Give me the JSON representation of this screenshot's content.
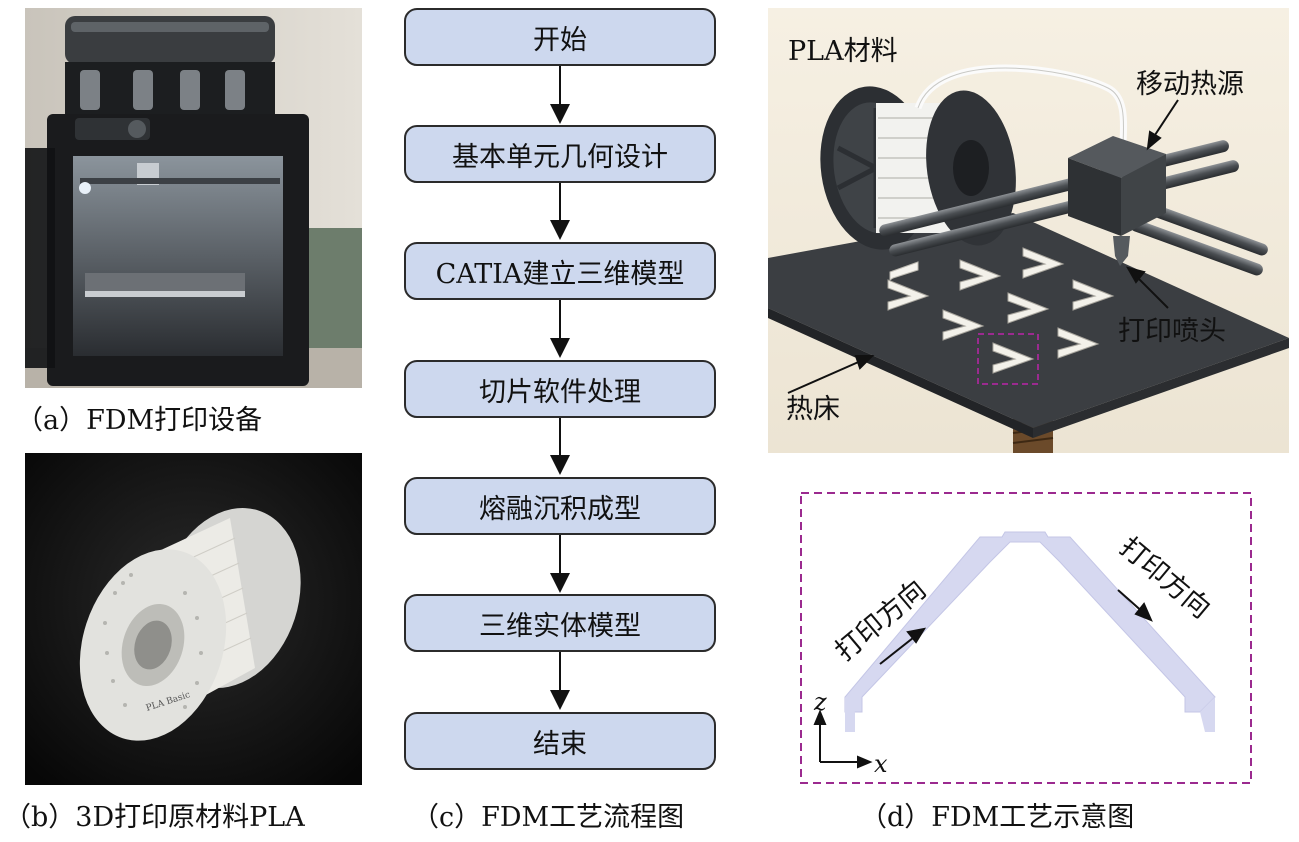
{
  "captions": {
    "a": "（a）FDM打印设备",
    "b": "（b）3D打印原材料PLA",
    "c": "（c）FDM工艺流程图",
    "d": "（d）FDM工艺示意图"
  },
  "flowchart": {
    "steps": [
      "开始",
      "基本单元几何设计",
      "CATIA建立三维模型",
      "切片软件处理",
      "熔融沉积成型",
      "三维实体模型",
      "结束"
    ]
  },
  "illustration": {
    "pla_label": "PLA材料",
    "heat_source_label": "移动热源",
    "nozzle_label": "打印喷头",
    "bed_label": "热床"
  },
  "schematic": {
    "left_direction_label": "打印方向",
    "right_direction_label": "打印方向",
    "axis_z": "z",
    "axis_x": "x",
    "colors": {
      "frame": "#9b2a8f",
      "part": "#d6d8f0"
    }
  },
  "spool_label": "PLA Basic"
}
